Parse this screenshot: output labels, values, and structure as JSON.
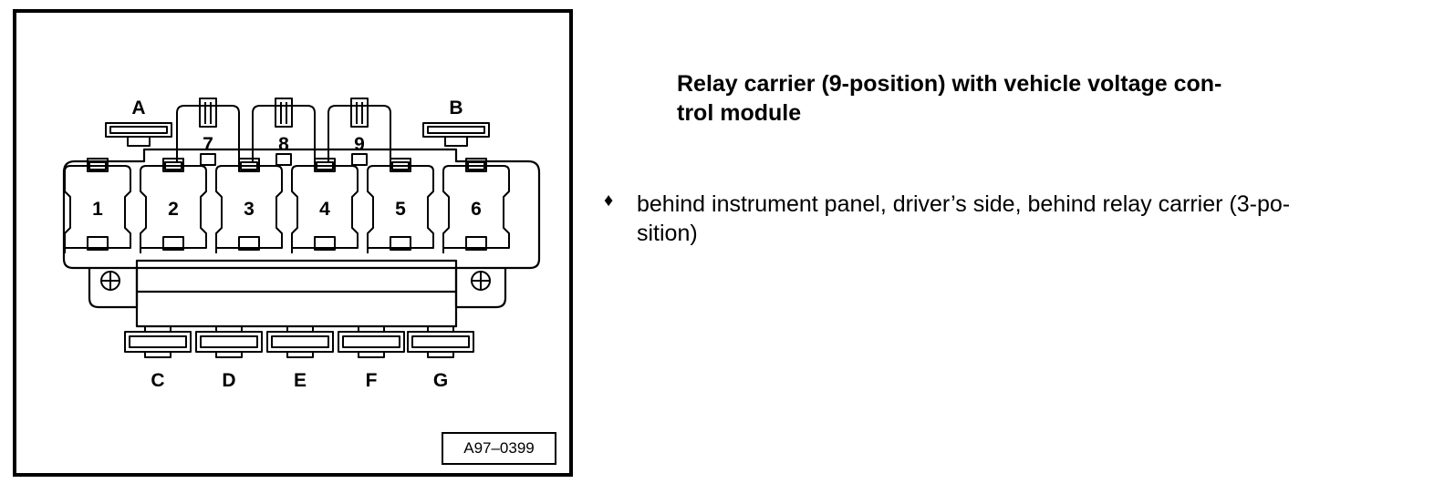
{
  "figure": {
    "slot_labels": [
      "1",
      "2",
      "3",
      "4",
      "5",
      "6"
    ],
    "upper_slot_labels": [
      "7",
      "8",
      "9"
    ],
    "top_connector_labels": [
      "A",
      "B"
    ],
    "bottom_connector_labels": [
      "C",
      "D",
      "E",
      "F",
      "G"
    ],
    "figure_id": "A97–0399"
  },
  "heading": {
    "line1": "Relay carrier (9-position) with vehicle voltage con-",
    "line2": "trol module"
  },
  "bullet": {
    "symbol": "♦",
    "line1": "behind instrument panel, driver’s side, behind relay carrier (3-po-",
    "line2": "sition)"
  }
}
